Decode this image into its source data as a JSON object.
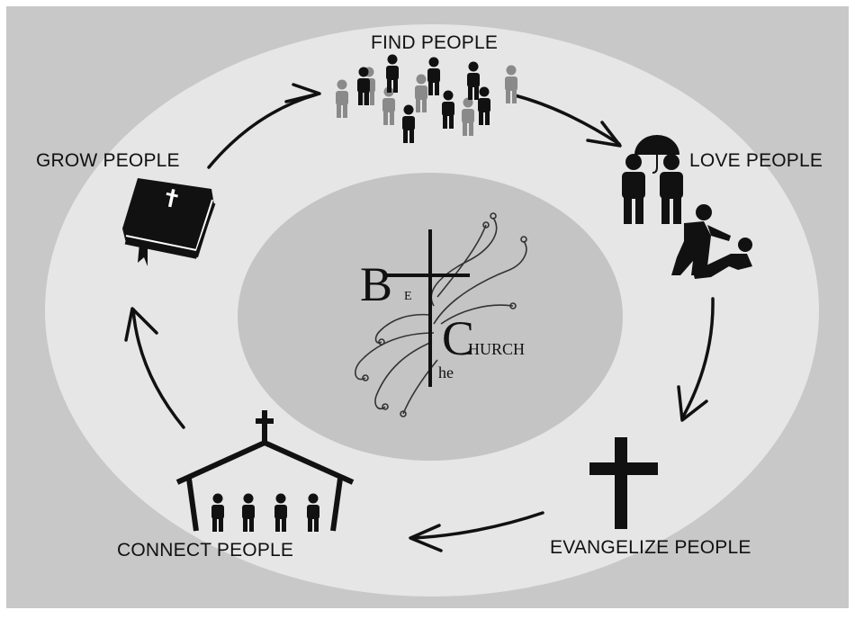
{
  "diagram": {
    "stages": {
      "find": "FIND PEOPLE",
      "love": "LOVE PEOPLE",
      "evangelize": "EVANGELIZE PEOPLE",
      "connect": "CONNECT PEOPLE",
      "grow": "GROW PEOPLE"
    },
    "logo": {
      "big_b": "B",
      "small_e": "E",
      "small_t": "T",
      "small_he": "he",
      "big_c": "C",
      "small_hurch": "HURCH"
    },
    "colors": {
      "frame": "#c8c8c8",
      "outer_ring": "#e6e6e6",
      "inner_disc": "#c4c4c4",
      "ink": "#111111",
      "figure_gray": "#8a8a8a"
    }
  }
}
